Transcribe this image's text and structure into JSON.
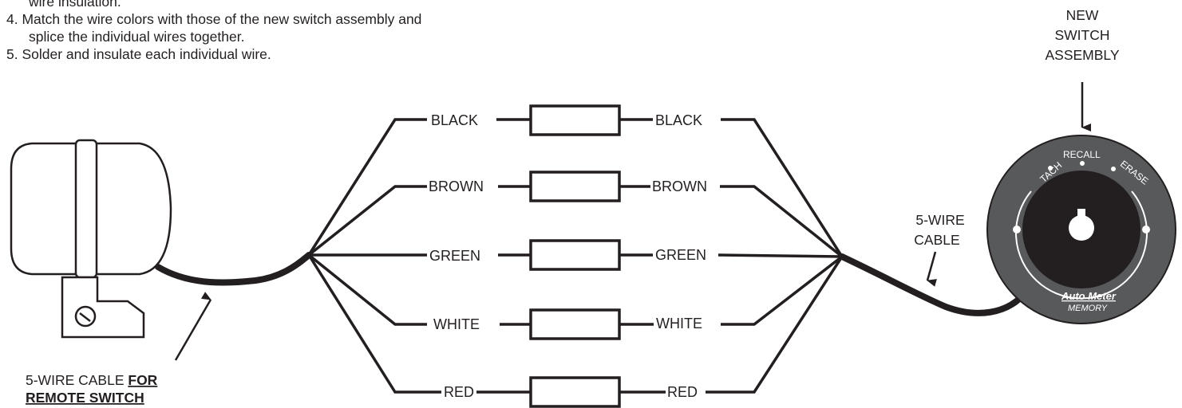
{
  "instructions": {
    "partial_line": "wire insulation.",
    "step4_number": "4.",
    "step4_line1": "Match the wire colors with those of the new switch assembly and",
    "step4_line2": "splice the individual wires together.",
    "step5_number": "5.",
    "step5_line1": "Solder and insulate each individual wire."
  },
  "callouts": {
    "new_switch_line1": "NEW",
    "new_switch_line2": "SWITCH",
    "new_switch_line3": "ASSEMBLY",
    "cable_right_line1": "5-WIRE",
    "cable_right_line2": "CABLE",
    "cable_left_line1_prefix": "5-WIRE CABLE ",
    "cable_left_line1_emph": "FOR",
    "cable_left_line2_emph": "REMOTE SWITCH"
  },
  "wires": {
    "left": [
      "BLACK",
      "BROWN",
      "GREEN",
      "WHITE",
      "RED"
    ],
    "right": [
      "BLACK",
      "BROWN",
      "GREEN",
      "WHITE",
      "RED"
    ]
  },
  "switch": {
    "positions": [
      "TACH",
      "RECALL",
      "ERASE"
    ],
    "brand": "Auto Meter",
    "model": "MEMORY"
  },
  "colors": {
    "ink": "#231f20",
    "switch_body": "#58595b"
  }
}
